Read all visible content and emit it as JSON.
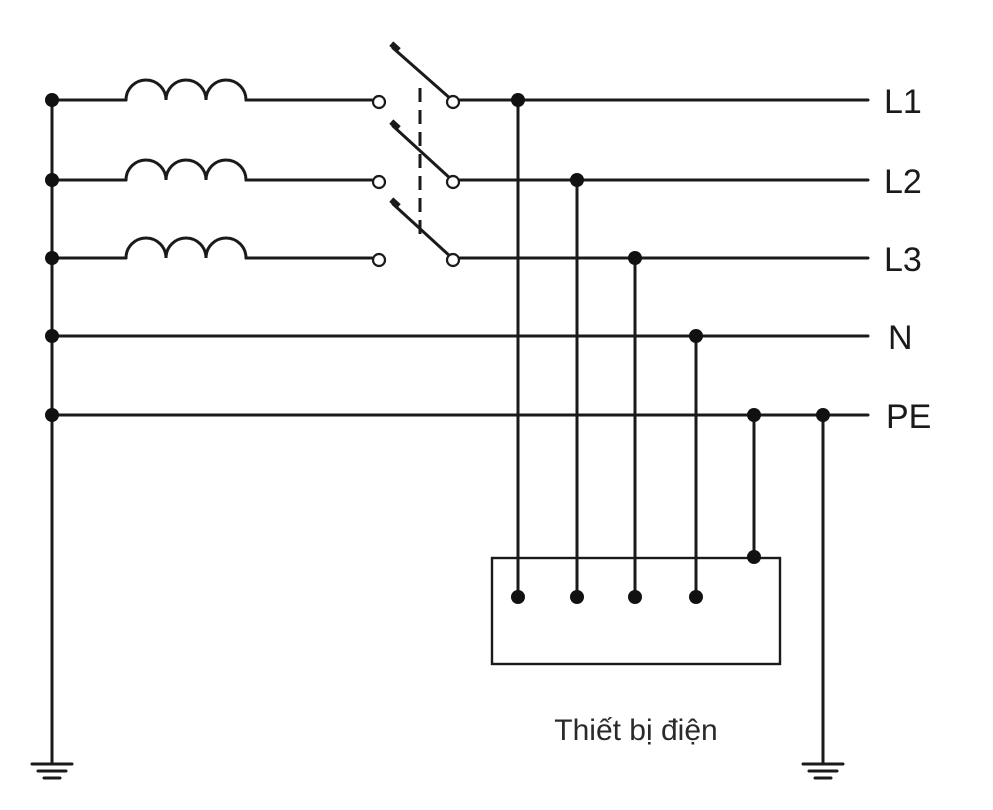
{
  "lines": {
    "l1": "L1",
    "l2": "L2",
    "l3": "L3",
    "n": "N",
    "pe": "PE"
  },
  "device": {
    "label": "Thiết bị điện"
  }
}
